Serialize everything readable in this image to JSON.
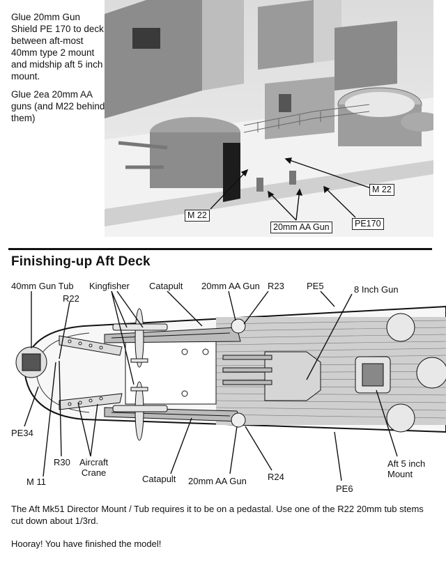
{
  "top_notes": {
    "note1": "Glue 20mm Gun Shield PE 170 to deck between aft-most 40mm type 2 mount and midship aft 5 inch mount.",
    "note2": "Glue 2ea 20mm AA guns (and M22 behind them)"
  },
  "render_labels": {
    "m22_left": "M 22",
    "m22_right": "M 22",
    "gun_20mm": "20mm AA Gun",
    "pe170": "PE170"
  },
  "section": {
    "title": "Finishing-up Aft Deck"
  },
  "diagram_labels": {
    "gun_tub_40mm": "40mm Gun Tub",
    "kingfisher": "Kingfisher",
    "catapult_top": "Catapult",
    "aa_gun_top": "20mm AA Gun",
    "r23": "R23",
    "pe5": "PE5",
    "gun_8inch": "8 Inch Gun",
    "r22": "R22",
    "pe34": "PE34",
    "r30": "R30",
    "aircraft_crane": "Aircraft\nCrane",
    "m11": "M 11",
    "catapult_bottom": "Catapult",
    "aa_gun_bottom": "20mm AA Gun",
    "r24": "R24",
    "pe6": "PE6",
    "aft_5inch": "Aft 5 inch\nMount"
  },
  "footer": {
    "paragraph": "The Aft Mk51 Director Mount / Tub requires it to be on a pedastal. Use one of the R22 20mm tub stems cut down about 1/3rd.",
    "closing": "Hooray! You have finished the model!"
  }
}
